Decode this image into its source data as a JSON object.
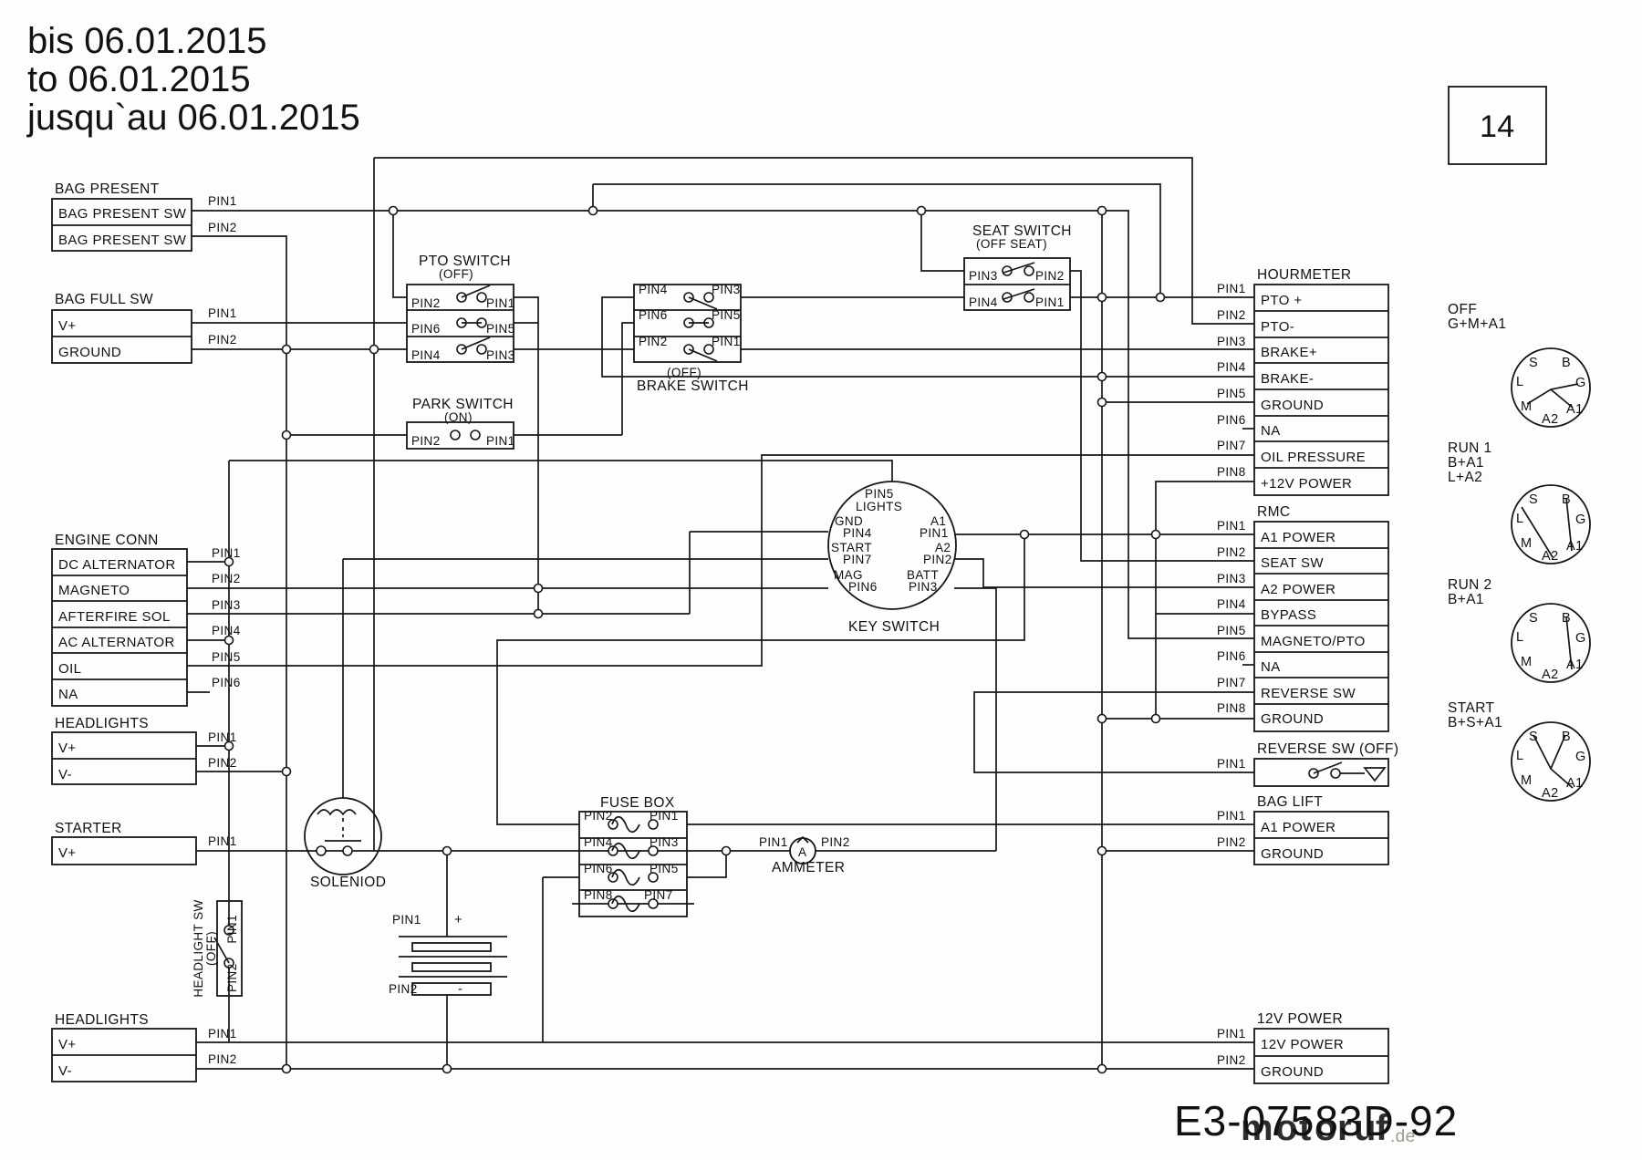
{
  "title_block": {
    "l1": "bis 06.01.2015",
    "l2": "to 06.01.2015",
    "l3": "jusqu`au 06.01.2015"
  },
  "page_number": "14",
  "part_number": "E3-07583D-92",
  "watermark": {
    "m": "m",
    "o1": "o",
    "t": "t",
    "o2": "o",
    "r": "r",
    "u": "u",
    "f": "f",
    "de": ".de",
    "colors": {
      "m": "#6b8fd8",
      "o1": "#7a7a78",
      "t": "#f06eb0",
      "o2": "#4a4a48",
      "r": "#43a047",
      "u": "#f5a31f",
      "f": "#e6c822",
      "de": "#9a9a96"
    }
  },
  "pin": {
    "p1": "PIN1",
    "p2": "PIN2",
    "p3": "PIN3",
    "p4": "PIN4",
    "p5": "PIN5",
    "p6": "PIN6",
    "p7": "PIN7",
    "p8": "PIN8"
  },
  "bag_present": {
    "title": "BAG PRESENT",
    "rows": [
      "BAG PRESENT SW",
      "BAG PRESENT SW"
    ]
  },
  "bag_full": {
    "title": "BAG FULL SW",
    "rows": [
      "V+",
      "GROUND"
    ]
  },
  "engine_conn": {
    "title": "ENGINE CONN",
    "rows": [
      "DC ALTERNATOR",
      "MAGNETO",
      "AFTERFIRE SOL",
      "AC ALTERNATOR",
      "OIL",
      "NA"
    ]
  },
  "headlights_top": {
    "title": "HEADLIGHTS",
    "rows": [
      "V+",
      "V-"
    ]
  },
  "starter": {
    "title": "STARTER",
    "rows": [
      "V+"
    ]
  },
  "headlights_bottom": {
    "title": "HEADLIGHTS",
    "rows": [
      "V+",
      "V-"
    ]
  },
  "headlight_sw": {
    "title": "HEADLIGHT SW",
    "state": "(OFF)"
  },
  "solenoid": {
    "label": "SOLENIOD"
  },
  "battery": {
    "plus": "+",
    "minus": "-"
  },
  "pto_switch": {
    "title": "PTO SWITCH",
    "state": "(OFF)"
  },
  "park_switch": {
    "title": "PARK SWITCH",
    "state": "(ON)"
  },
  "brake_switch": {
    "state": "(OFF)",
    "title": "BRAKE SWITCH"
  },
  "seat_switch": {
    "title": "SEAT SWITCH",
    "state": "(OFF SEAT)"
  },
  "fuse_box": {
    "title": "FUSE BOX"
  },
  "ammeter": {
    "title": "AMMETER",
    "glyph": "A"
  },
  "key_switch": {
    "title": "KEY SWITCH",
    "pins": {
      "lights": "LIGHTS",
      "gnd": "GND",
      "start": "START",
      "mag": "MAG",
      "a1": "A1",
      "a2": "A2",
      "batt": "BATT"
    }
  },
  "hourmeter": {
    "title": "HOURMETER",
    "rows": [
      "PTO +",
      "PTO-",
      "BRAKE+",
      "BRAKE-",
      "GROUND",
      "NA",
      "OIL PRESSURE",
      "+12V POWER"
    ]
  },
  "rmc": {
    "title": "RMC",
    "rows": [
      "A1 POWER",
      "SEAT SW",
      "A2 POWER",
      "BYPASS",
      "MAGNETO/PTO",
      "NA",
      "REVERSE SW",
      "GROUND"
    ]
  },
  "reverse_sw": {
    "title": "REVERSE SW (OFF)"
  },
  "bag_lift": {
    "title": "BAG LIFT",
    "rows": [
      "A1 POWER",
      "GROUND"
    ]
  },
  "power12v": {
    "title": "12V POWER",
    "rows": [
      "12V POWER",
      "GROUND"
    ]
  },
  "key_positions": [
    {
      "title": "OFF",
      "combo": "G+M+A1",
      "combo2": ""
    },
    {
      "title": "RUN 1",
      "combo": "B+A1",
      "combo2": "L+A2"
    },
    {
      "title": "RUN 2",
      "combo": "B+A1",
      "combo2": ""
    },
    {
      "title": "START",
      "combo": "B+S+A1",
      "combo2": ""
    }
  ],
  "key_dial": {
    "s": "S",
    "b": "B",
    "l": "L",
    "g": "G",
    "m": "M",
    "a1": "A1",
    "a2": "A2"
  }
}
